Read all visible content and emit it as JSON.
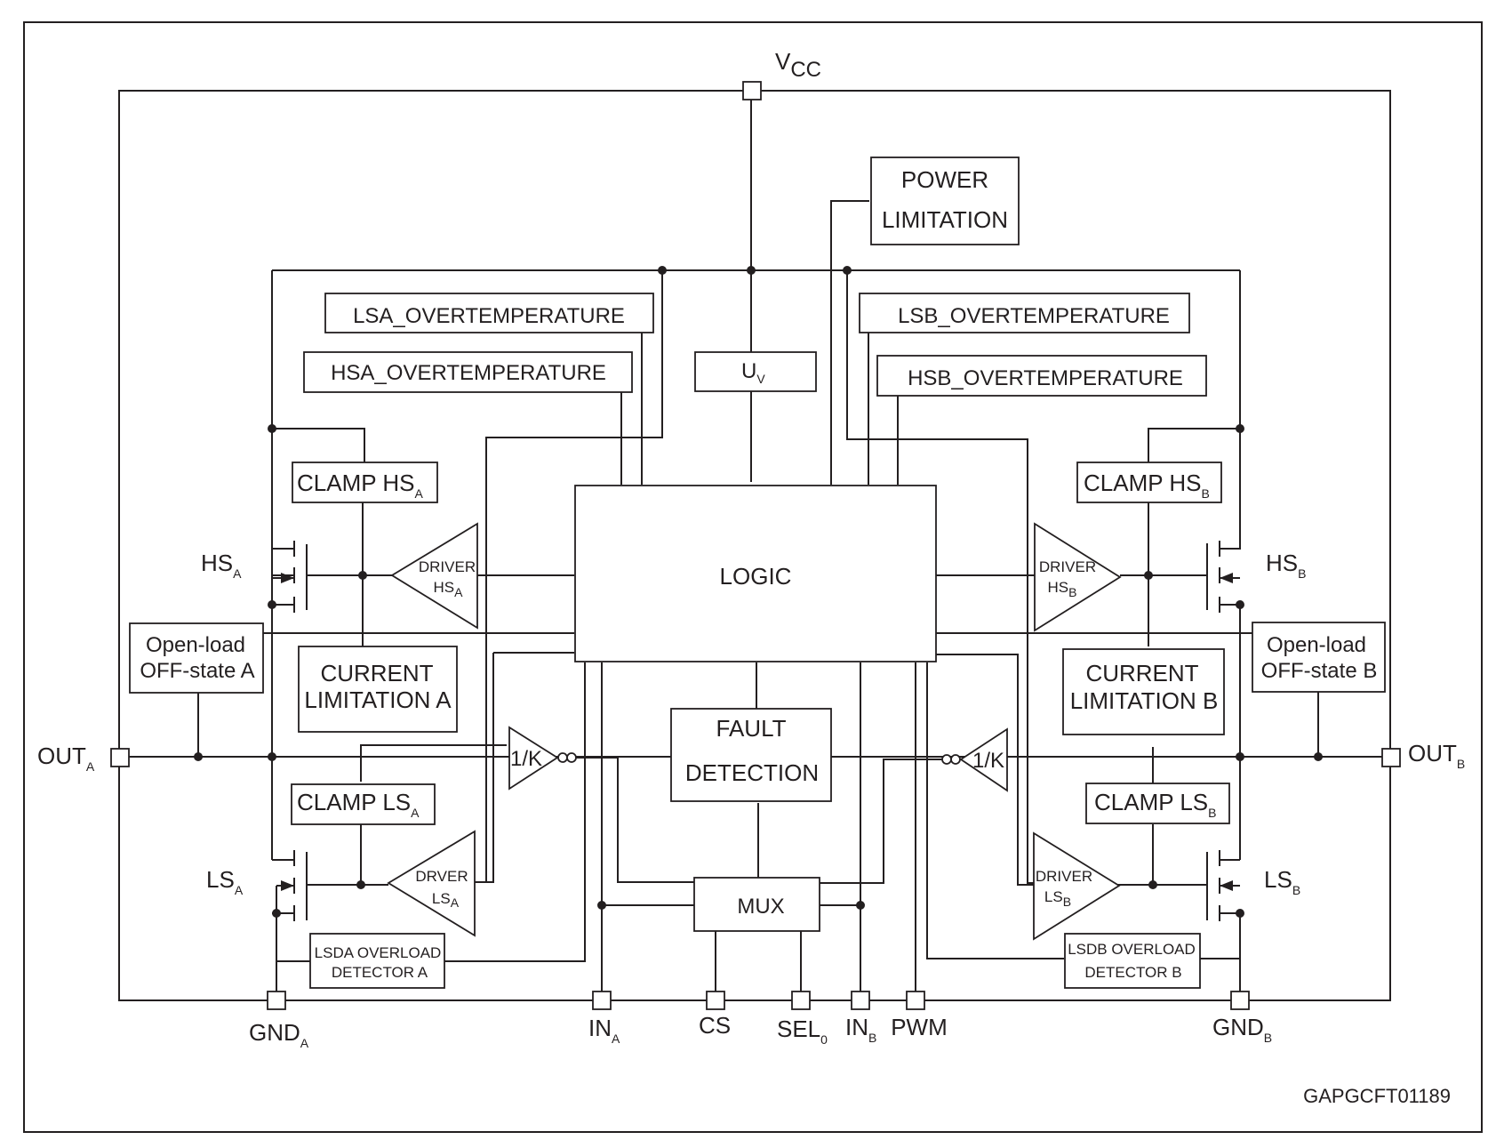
{
  "pins": {
    "vcc": {
      "main": "V",
      "sub": "CC"
    },
    "out_a": {
      "main": "OUT",
      "sub": "A"
    },
    "out_b": {
      "main": "OUT",
      "sub": "B"
    },
    "gnd_a": {
      "main": "GND",
      "sub": "A"
    },
    "gnd_b": {
      "main": "GND",
      "sub": "B"
    },
    "in_a": {
      "main": "IN",
      "sub": "A"
    },
    "in_b": {
      "main": "IN",
      "sub": "B"
    },
    "cs": "CS",
    "sel0": {
      "main": "SEL",
      "sub": "0"
    },
    "pwm": "PWM"
  },
  "blocks": {
    "power_limitation": {
      "line1": "POWER",
      "line2": "LIMITATION"
    },
    "lsa_overtemp": "LSA_OVERTEMPERATURE",
    "hsa_overtemp": "HSA_OVERTEMPERATURE",
    "lsb_overtemp": "LSB_OVERTEMPERATURE",
    "hsb_overtemp": "HSB_OVERTEMPERATURE",
    "uv": {
      "main": "U",
      "sub": "V"
    },
    "logic": "LOGIC",
    "clamp_hs_a": {
      "main": "CLAMP HS",
      "sub": "A"
    },
    "clamp_hs_b": {
      "main": "CLAMP HS",
      "sub": "B"
    },
    "clamp_ls_a": {
      "main": "CLAMP LS",
      "sub": "A"
    },
    "clamp_ls_b": {
      "main": "CLAMP LS",
      "sub": "B"
    },
    "current_lim_a": {
      "line1": "CURRENT",
      "line2": "LIMITATION A"
    },
    "current_lim_b": {
      "line1": "CURRENT",
      "line2": "LIMITATION B"
    },
    "open_load_a": {
      "line1": "Open-load",
      "line2": "OFF-state A"
    },
    "open_load_b": {
      "line1": "Open-load",
      "line2": "OFF-state B"
    },
    "fault_detection": {
      "line1": "FAULT",
      "line2": "DETECTION"
    },
    "mux": "MUX",
    "lsda_overload": {
      "line1": "LSDA OVERLOAD",
      "line2": "DETECTOR A"
    },
    "lsdb_overload": {
      "line1": "LSDB OVERLOAD",
      "line2": "DETECTOR B"
    }
  },
  "drivers": {
    "hs_a": {
      "line1": "DRIVER",
      "main": "HS",
      "sub": "A"
    },
    "hs_b": {
      "line1": "DRIVER",
      "main": "HS",
      "sub": "B"
    },
    "ls_a": {
      "line1": "DRVER",
      "main": "LS",
      "sub": "A"
    },
    "ls_b": {
      "line1": "DRIVER",
      "main": "LS",
      "sub": "B"
    },
    "k_a": "1/K",
    "k_b": "1/K"
  },
  "transistors": {
    "hs_a": {
      "main": "HS",
      "sub": "A"
    },
    "hs_b": {
      "main": "HS",
      "sub": "B"
    },
    "ls_a": {
      "main": "LS",
      "sub": "A"
    },
    "ls_b": {
      "main": "LS",
      "sub": "B"
    }
  },
  "figure_tag": "GAPGCFT01189"
}
